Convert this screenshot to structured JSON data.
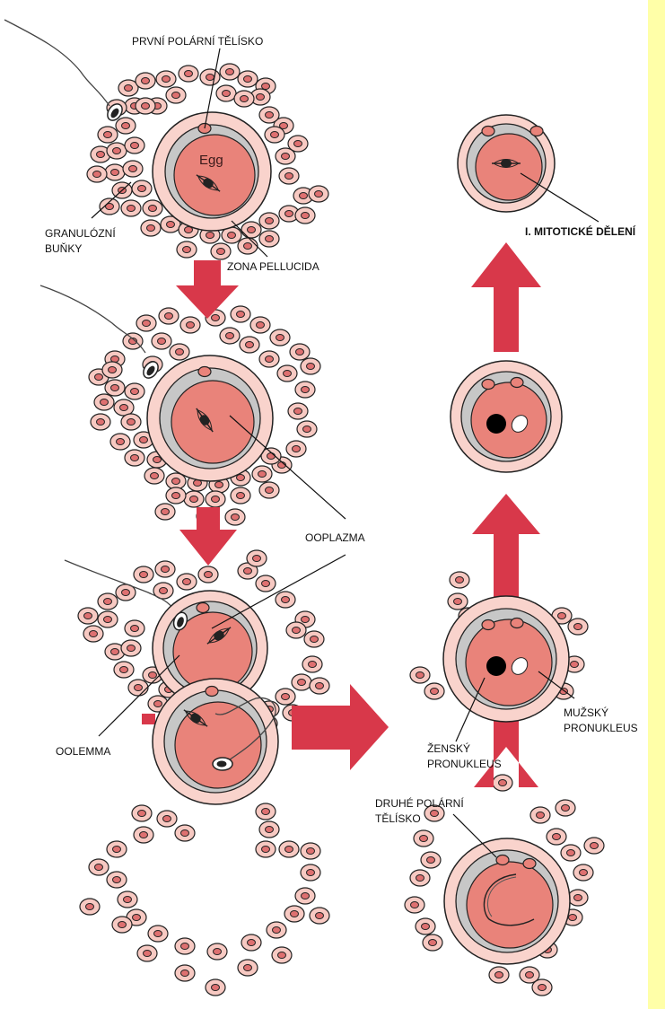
{
  "colors": {
    "sidebar": "#FFFFA8",
    "arrow": "#D8384A",
    "zona": "#F9D3CC",
    "cytoplasm": "#E9837A",
    "perivitelline": "#C7C7C7",
    "granulosa_outer": "#F7C9C2",
    "granulosa_inner": "#DE7070",
    "outline": "#222222"
  },
  "labels": {
    "first_polar_body": "PRVNÍ POLÁRNÍ TĚLÍSKO",
    "egg": "Egg",
    "granulosa_line1": "GRANULÓZNÍ",
    "granulosa_line2": "BUŇKY",
    "zona_pellucida": "ZONA PELLUCIDA",
    "ooplasm": "OOPLAZMA",
    "oolemma": "OOLEMMA",
    "first_mitotic_division": "I. MITOTICKÉ DĚLENÍ",
    "female_pronucleus_line1": "ŽENSKÝ",
    "female_pronucleus_line2": "PRONUKLEUS",
    "male_pronucleus_line1": "MUŽSKÝ",
    "male_pronucleus_line2": "PRONUKLEUS",
    "second_polar_body_line1": "DRUHÉ POLÁRNÍ",
    "second_polar_body_line2": "TĚLÍSKO"
  }
}
